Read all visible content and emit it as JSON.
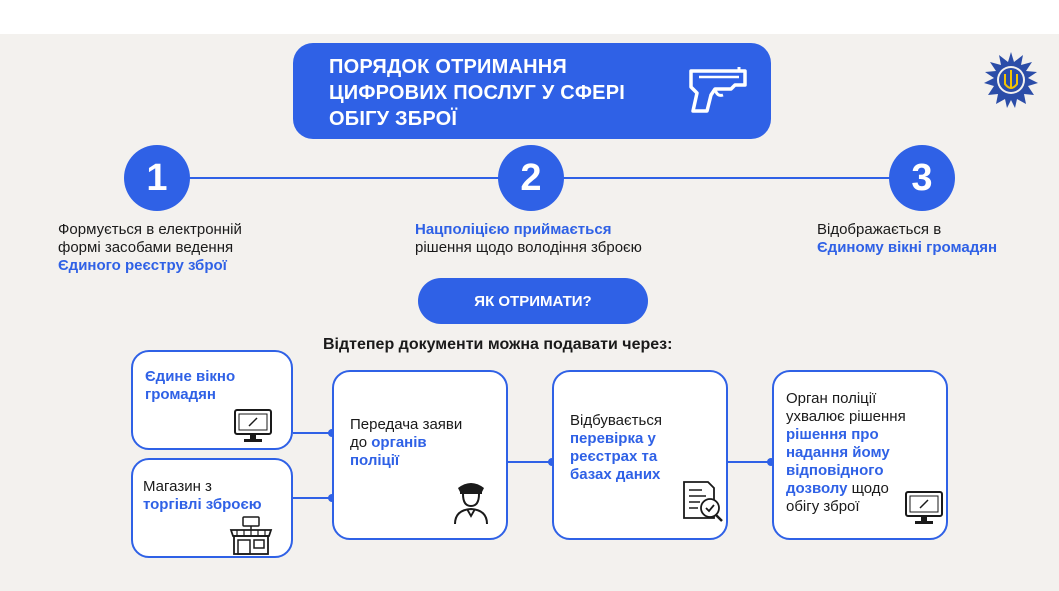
{
  "title": {
    "line1": "ПОРЯДОК ОТРИМАННЯ",
    "line2": "ЦИФРОВИХ ПОСЛУГ У СФЕРІ",
    "line3": "ОБІГУ ЗБРОЇ"
  },
  "steps": [
    {
      "number": "1",
      "plain1": "Формується в електронній",
      "plain2": "формі засобами ведення",
      "highlight": "Єдиного реєстру зброї"
    },
    {
      "number": "2",
      "highlight": "Нацполіцією приймається",
      "plain1": "рішення щодо володіння зброєю"
    },
    {
      "number": "3",
      "plain1": "Відображається в",
      "highlight": "Єдиному вікні громадян"
    }
  ],
  "how_button": "ЯК ОТРИМАТИ?",
  "subheading": "Відтепер документи можна подавати через:",
  "cards": {
    "single_window": {
      "line1": "Єдине вікно",
      "line2": "громадян"
    },
    "shop": {
      "plain": "Магазин з",
      "highlight": "торгівлі зброєю"
    },
    "submit": {
      "plain1": "Передача заяви",
      "plain2": "до ",
      "highlight1": "органів",
      "highlight2": "поліції"
    },
    "verify": {
      "plain": "Відбувається",
      "hl1": "перевірка у",
      "hl2": "реєстрах та",
      "hl3": "базах даних"
    },
    "decision": {
      "plain1": "Орган поліції",
      "plain2": "ухвалює рішення",
      "hl1": "рішення про",
      "hl2": "надання йому",
      "hl3": "відповідного",
      "hl4": "дозволу",
      "plain3": " щодо",
      "plain4": "обігу зброї"
    }
  },
  "colors": {
    "accent": "#2f61e6",
    "background": "#f3f1ee",
    "text": "#1a1a1a"
  },
  "icons": [
    "gun-icon",
    "police-emblem-icon",
    "monitor-icon",
    "shop-icon",
    "police-officer-icon",
    "document-check-icon"
  ]
}
